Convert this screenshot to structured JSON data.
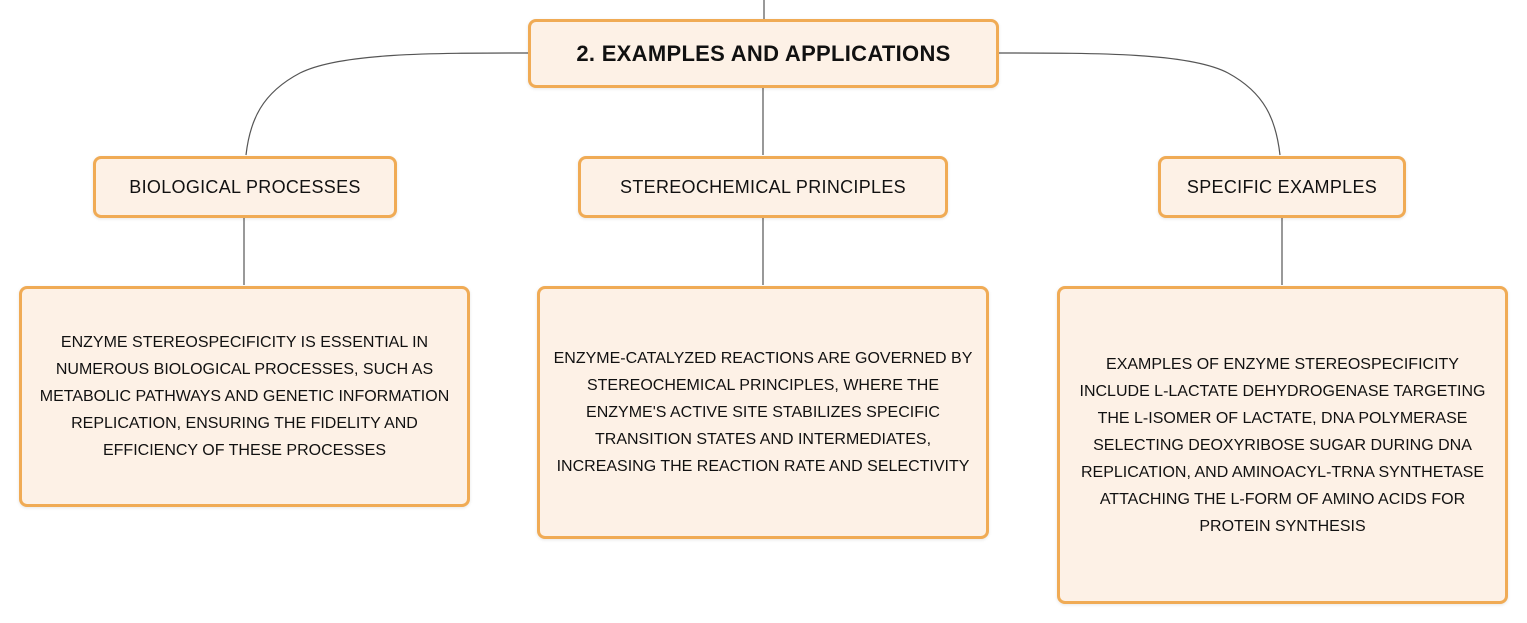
{
  "root": {
    "label": "2. EXAMPLES AND APPLICATIONS"
  },
  "branches": [
    {
      "label": "BIOLOGICAL PROCESSES",
      "detail": "ENZYME STEREOSPECIFICITY IS ESSENTIAL IN NUMEROUS BIOLOGICAL PROCESSES, SUCH AS METABOLIC PATHWAYS AND GENETIC INFORMATION REPLICATION, ENSURING THE FIDELITY AND EFFICIENCY OF THESE PROCESSES"
    },
    {
      "label": "STEREOCHEMICAL PRINCIPLES",
      "detail": "ENZYME-CATALYZED REACTIONS ARE GOVERNED BY STEREOCHEMICAL PRINCIPLES, WHERE THE ENZYME'S ACTIVE SITE STABILIZES SPECIFIC TRANSITION STATES AND INTERMEDIATES, INCREASING THE REACTION RATE AND SELECTIVITY"
    },
    {
      "label": "SPECIFIC EXAMPLES",
      "detail": "EXAMPLES OF ENZYME STEREOSPECIFICITY INCLUDE L-LACTATE DEHYDROGENASE TARGETING THE L-ISOMER OF LACTATE, DNA POLYMERASE SELECTING DEOXYRIBOSE SUGAR DURING DNA REPLICATION, AND AMINOACYL-TRNA SYNTHETASE ATTACHING THE L-FORM OF AMINO ACIDS FOR PROTEIN SYNTHESIS"
    }
  ],
  "colors": {
    "node_fill": "#fdf1e6",
    "node_border": "#f0ab55",
    "connector": "#555555",
    "text": "#111111"
  }
}
